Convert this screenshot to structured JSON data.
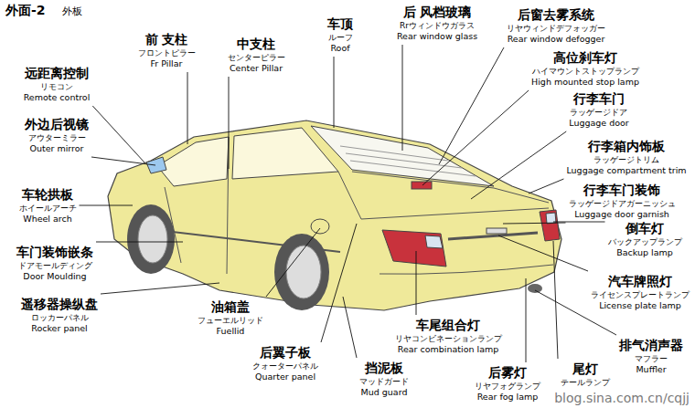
{
  "diagram": {
    "title": "外面-2",
    "labels": [
      "外板",
      "远距离控制",
      "リモコン",
      "Remote control",
      "外边后视镜",
      "アウターミラー",
      "Outer mirror",
      "前 支柱",
      "フロントピラー",
      "Fr Pillar",
      "中支柱",
      "センターピラー",
      "Center Pillar",
      "车顶",
      "ルーフ",
      "Roof",
      "后 风档玻璃",
      "Rrウィンドウガラス",
      "Rear window glass",
      "后窗去雾系统",
      "リヤウィンドデフォッガー",
      "Rear window defogger",
      "高位刹车灯",
      "ハイマウントストップランプ",
      "High mounted stop lamp",
      "行李车门",
      "ラッゲージドア",
      "Luggage door",
      "行李箱内饰板",
      "ラッゲージトリム",
      "Luggage compartment trim",
      "行李车门装饰",
      "ラッゲージドアガーニッシュ",
      "Luggage door garnish",
      "倒车灯",
      "バックアップランプ",
      "Backup lamp",
      "汽车牌照灯",
      "ライセンスプレートランプ",
      "License plate lamp",
      "排气消声器",
      "マフラー",
      "Muffler",
      "车轮拱板",
      "ホイールアーチ",
      "Wheel arch",
      "车门装饰嵌条",
      "ドアモールディング",
      "Door Moulding",
      "遥移器操纵盘",
      "ロッカーパネル",
      "Rocker panel",
      "油箱盖",
      "フューエルリッド",
      "Fuellid",
      "后翼子板",
      "クォーターパネル",
      "Quarter panel",
      "挡泥板",
      "マッドガード",
      "Mud guard",
      "车尾组合灯",
      "リヤコンビネーションランプ",
      "Rear combination lamp",
      "后雾灯",
      "リヤフォグランプ",
      "Rear fog lamp",
      "尾灯",
      "テールランプ",
      "blog.sina.com.cn/cqjj"
    ]
  }
}
